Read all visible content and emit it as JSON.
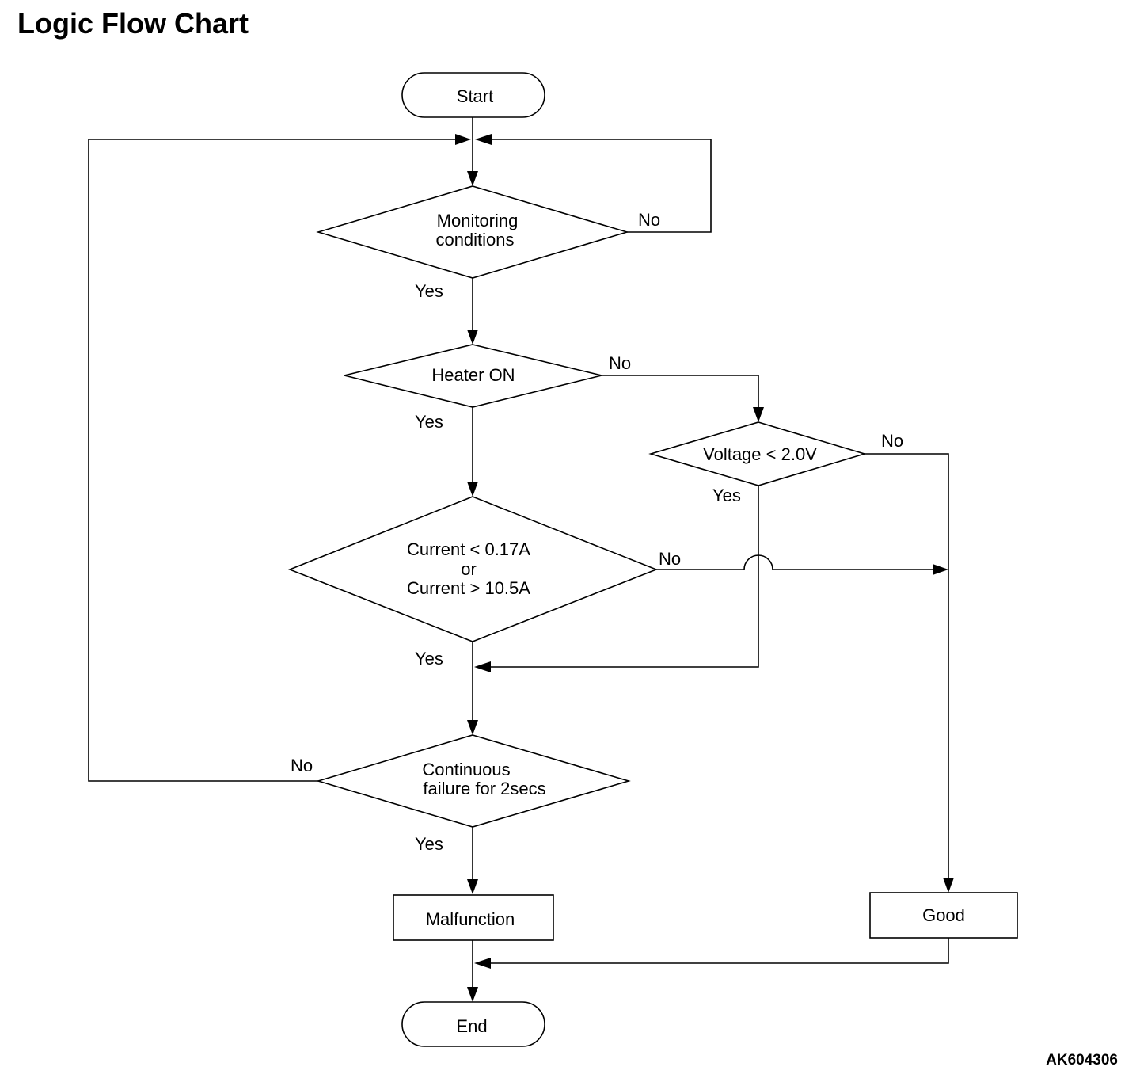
{
  "title": "Logic Flow Chart",
  "figure_code": "AK604306",
  "nodes": {
    "start": "Start",
    "monitoring": [
      "Monitoring",
      "conditions"
    ],
    "heater": "Heater ON",
    "voltage": "Voltage < 2.0V",
    "current": [
      "Current < 0.17A",
      "or",
      "Current > 10.5A"
    ],
    "continuous": [
      "Continuous",
      "failure for 2secs"
    ],
    "malfunction": "Malfunction",
    "good": "Good",
    "end": "End"
  },
  "labels": {
    "monitoring_yes": "Yes",
    "monitoring_no": "No",
    "heater_yes": "Yes",
    "heater_no": "No",
    "voltage_yes": "Yes",
    "voltage_no": "No",
    "current_yes": "Yes",
    "current_no": "No",
    "continuous_yes": "Yes",
    "continuous_no": "No"
  }
}
